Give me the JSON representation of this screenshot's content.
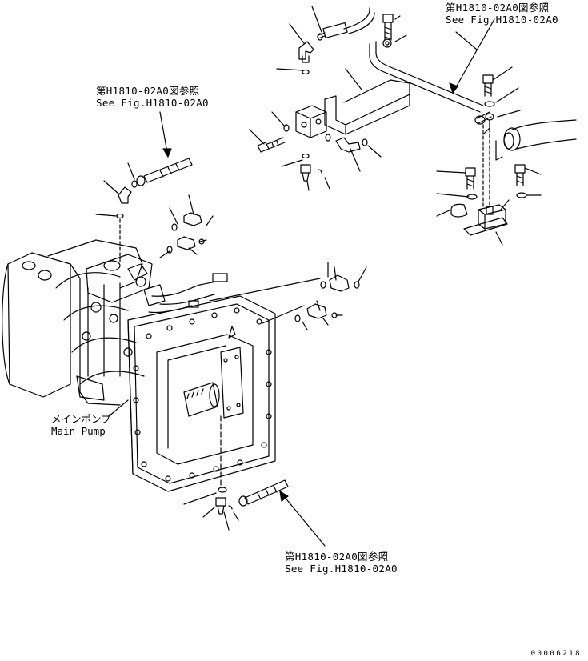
{
  "references": {
    "top_right": {
      "jp": "第H1810-02A0図参照",
      "en": "See Fig.H1810-02A0"
    },
    "upper_left": {
      "jp": "第H1810-02A0図参照",
      "en": "See Fig.H1810-02A0"
    },
    "bottom": {
      "jp": "第H1810-02A0図参照",
      "en": "See Fig.H1810-02A0"
    }
  },
  "main_pump": {
    "jp": "メインポンプ",
    "en": "Main Pump"
  },
  "document_number": "00006218",
  "colors": {
    "ink": "#000000",
    "paper": "#ffffff"
  }
}
